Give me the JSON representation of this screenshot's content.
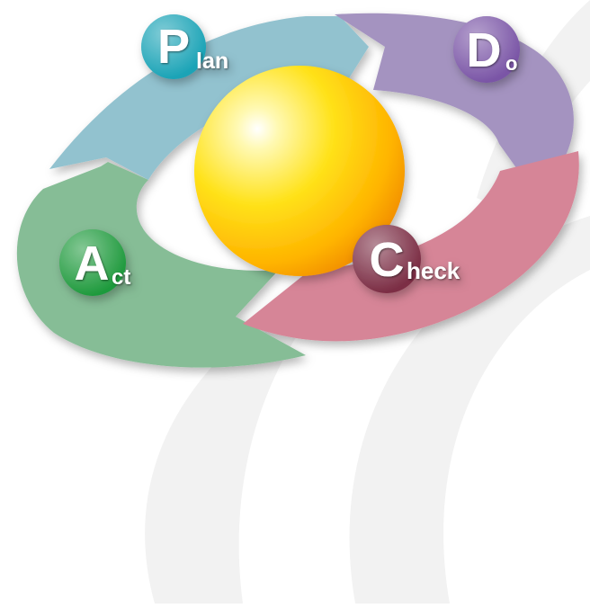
{
  "diagram": {
    "colors": {
      "background": "#ffffff",
      "watermark": "#f2f2f2",
      "plan": "#92c2cf",
      "do": "#a493c0",
      "check": "#d68597",
      "act": "#86bd96",
      "sphere": "#ffc61a"
    },
    "stages": [
      {
        "key": "plan",
        "initial": "P",
        "rest": "lan",
        "badge_color": "#1aa3b6"
      },
      {
        "key": "do",
        "initial": "D",
        "rest": "o",
        "badge_color": "#7a55a6"
      },
      {
        "key": "check",
        "initial": "C",
        "rest": "heck",
        "badge_color": "#7b2d44"
      },
      {
        "key": "act",
        "initial": "A",
        "rest": "ct",
        "badge_color": "#1f9a3d"
      }
    ]
  }
}
